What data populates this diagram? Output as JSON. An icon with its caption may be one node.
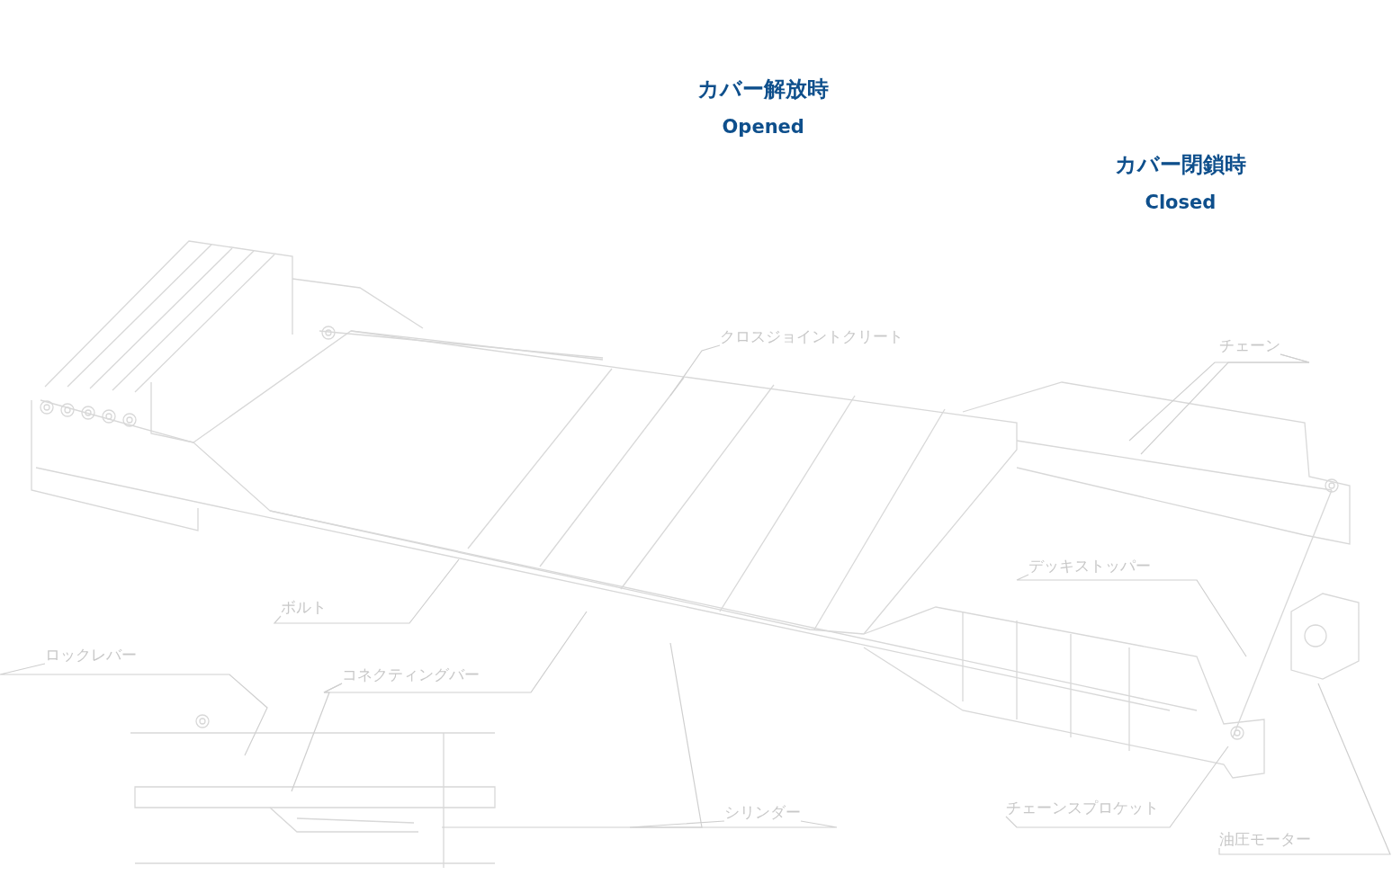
{
  "diagram": {
    "nodes": [
      {
        "text": [
          "クロスジョイントクリート"
        ]
      },
      {
        "text": [
          "チェーン"
        ]
      },
      {
        "text": [
          "デッキストッパー"
        ]
      },
      {
        "text": [
          "ボルト"
        ]
      },
      {
        "text": [
          "ロックレバー"
        ]
      },
      {
        "text": [
          "コネクティングバー"
        ]
      },
      {
        "text": [
          "シリンダー"
        ]
      },
      {
        "text": [
          "チェーンスプロケット"
        ]
      },
      {
        "text": [
          "油圧モーター"
        ]
      }
    ],
    "edges": [
      {
        "from": 0,
        "to": null,
        "arrow": "none"
      },
      {
        "from": 1,
        "to": null,
        "arrow": "none"
      },
      {
        "from": 1,
        "to": null,
        "arrow": "none"
      },
      {
        "from": 2,
        "to": null,
        "arrow": "none"
      },
      {
        "from": 3,
        "to": null,
        "arrow": "none"
      },
      {
        "from": 4,
        "to": null,
        "arrow": "none"
      },
      {
        "from": 5,
        "to": null,
        "arrow": "none"
      },
      {
        "from": 5,
        "to": null,
        "arrow": "none"
      },
      {
        "from": 6,
        "to": null,
        "arrow": "none"
      },
      {
        "from": 6,
        "to": null,
        "arrow": "none"
      },
      {
        "from": 7,
        "to": null,
        "arrow": "none"
      },
      {
        "from": 8,
        "to": null,
        "arrow": "none"
      }
    ],
    "labels": [
      "カバー解放時",
      "Opened",
      "カバー閉鎖時",
      "Closed"
    ]
  }
}
